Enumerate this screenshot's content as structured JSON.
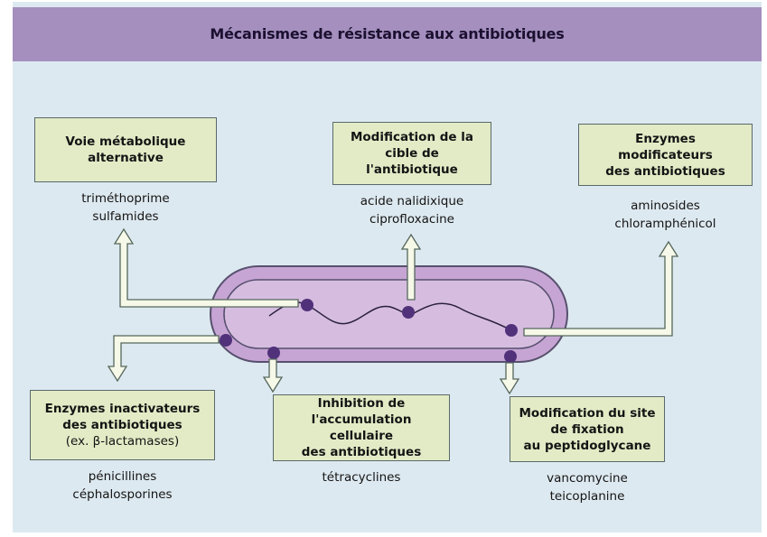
{
  "title": "Mécanismes de résistance aux antibiotiques",
  "colors": {
    "header": "#a48fbe",
    "panel": "#dde9f0",
    "box_fill": "#e2ebc6",
    "cell_membrane": "#c9a8d6",
    "cell_outline": "#57506e",
    "dots": "#51317a",
    "arrow_fill": "#f6f8e8"
  },
  "mechanisms": [
    {
      "label_lines": [
        "Voie métabolique",
        "alternative"
      ],
      "drugs": [
        "triméthoprime",
        "sulfamides"
      ]
    },
    {
      "label_lines": [
        "Modification de la",
        "cible de l'antibiotique"
      ],
      "drugs": [
        "acide nalidixique",
        "ciprofloxacine"
      ]
    },
    {
      "label_lines": [
        "Enzymes modificateurs",
        "des antibiotiques"
      ],
      "drugs": [
        "aminosides",
        "chloramphénicol"
      ]
    },
    {
      "label_lines": [
        "Enzymes inactivateurs",
        "des antibiotiques",
        "(ex. β-lactamases)"
      ],
      "drugs": [
        "pénicillines",
        "céphalosporines"
      ]
    },
    {
      "label_lines": [
        "Inhibition de",
        "l'accumulation cellulaire",
        "des antibiotiques"
      ],
      "drugs": [
        "tétracyclines"
      ]
    },
    {
      "label_lines": [
        "Modification du site",
        "de fixation",
        "au peptidoglycane"
      ],
      "drugs": [
        "vancomycine",
        "teicoplanine"
      ]
    }
  ]
}
